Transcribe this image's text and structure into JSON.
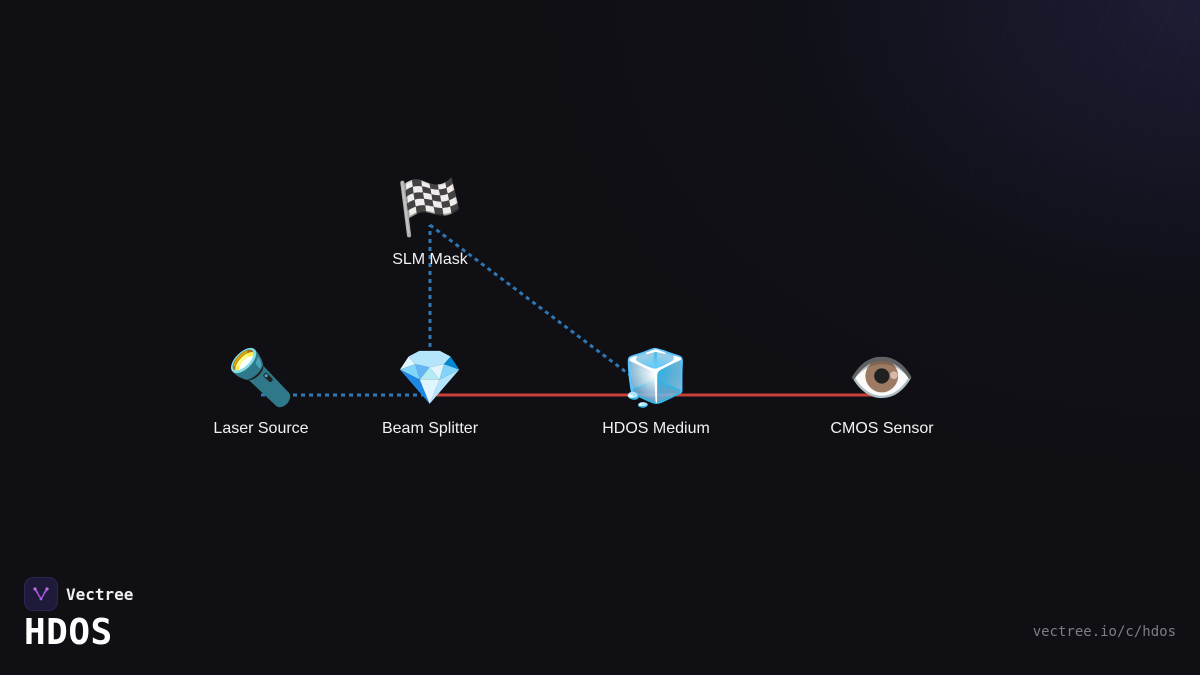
{
  "brand": {
    "name": "Vectree",
    "logo_icon": "vectree-logo-icon"
  },
  "title": "HDOS",
  "url": "vectree.io/c/hdos",
  "colors": {
    "background": "#0f0f14",
    "solid_beam": "#c8403a",
    "dotted_path": "#2f78b5",
    "label": "#f2f2f4",
    "logo_accent": "#b24ad6"
  },
  "nodes": [
    {
      "id": "laser",
      "label": "Laser Source",
      "icon": "flashlight-icon",
      "glyph": "🔦"
    },
    {
      "id": "splitter",
      "label": "Beam Splitter",
      "icon": "gem-icon",
      "glyph": "💎"
    },
    {
      "id": "slm",
      "label": "SLM Mask",
      "icon": "checkered-flag-icon",
      "glyph": "🏁"
    },
    {
      "id": "medium",
      "label": "HDOS Medium",
      "icon": "ice-cube-icon",
      "glyph": "🧊"
    },
    {
      "id": "sensor",
      "label": "CMOS Sensor",
      "icon": "eye-icon",
      "glyph": "👁️"
    }
  ],
  "edges": [
    {
      "from": "laser",
      "to": "splitter",
      "style": "dotted"
    },
    {
      "from": "splitter",
      "to": "slm",
      "style": "dotted"
    },
    {
      "from": "slm",
      "to": "medium",
      "style": "dotted"
    },
    {
      "from": "splitter",
      "to": "medium",
      "style": "solid"
    },
    {
      "from": "medium",
      "to": "sensor",
      "style": "solid"
    }
  ]
}
